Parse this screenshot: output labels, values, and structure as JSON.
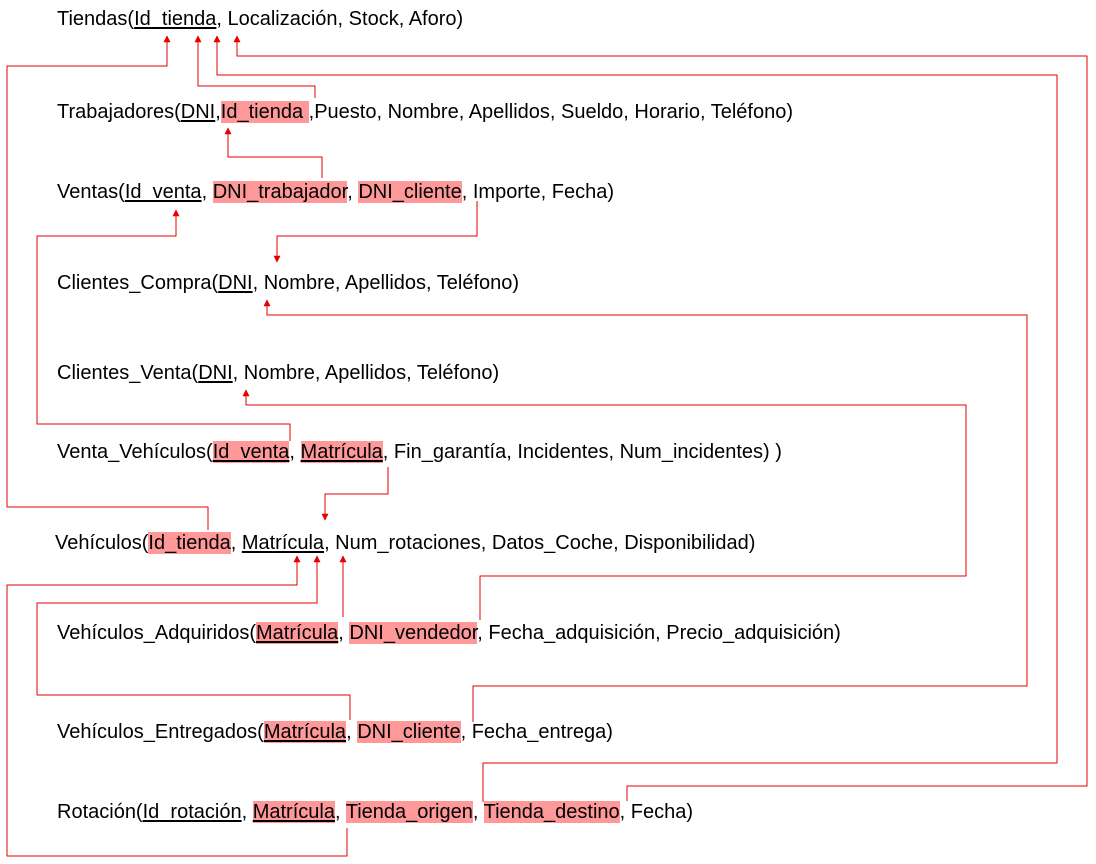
{
  "colors": {
    "link": "#e60000",
    "fk_highlight": "#ff9999",
    "text": "#000000"
  },
  "tables": [
    {
      "name": "Tiendas",
      "segments": [
        {
          "t": "Tiendas("
        },
        {
          "t": "Id_tienda",
          "pk": true
        },
        {
          "t": ", Localización, Stock, Aforo)"
        }
      ]
    },
    {
      "name": "Trabajadores",
      "segments": [
        {
          "t": "Trabajadores("
        },
        {
          "t": "DNI",
          "pk": true
        },
        {
          "t": ","
        },
        {
          "t": "Id_tienda ",
          "fk": true
        },
        {
          "t": ",Puesto, Nombre, Apellidos, Sueldo, Horario, Teléfono)"
        }
      ]
    },
    {
      "name": "Ventas",
      "segments": [
        {
          "t": "Ventas("
        },
        {
          "t": "Id_venta",
          "pk": true
        },
        {
          "t": ", "
        },
        {
          "t": "DNI_trabajador",
          "fk": true
        },
        {
          "t": ", "
        },
        {
          "t": "DNI_cliente",
          "fk": true
        },
        {
          "t": ", Importe, Fecha)"
        }
      ]
    },
    {
      "name": "Clientes_Compra",
      "segments": [
        {
          "t": "Clientes_Compra("
        },
        {
          "t": "DNI",
          "pk": true
        },
        {
          "t": ", Nombre, Apellidos, Teléfono)"
        }
      ]
    },
    {
      "name": "Clientes_Venta",
      "segments": [
        {
          "t": "Clientes_Venta("
        },
        {
          "t": "DNI",
          "pk": true
        },
        {
          "t": ", Nombre, Apellidos, Teléfono)"
        }
      ]
    },
    {
      "name": "Venta_Vehiculos",
      "segments": [
        {
          "t": "Venta_Vehículos("
        },
        {
          "t": "Id_venta",
          "pk": true,
          "fk": true
        },
        {
          "t": ", "
        },
        {
          "t": "Matrícula",
          "pk": true,
          "fk": true
        },
        {
          "t": ", Fin_garantía, Incidentes, Num_incidentes) )"
        }
      ]
    },
    {
      "name": "Vehiculos",
      "segments": [
        {
          "t": "Vehículos("
        },
        {
          "t": "Id_tienda",
          "fk": true
        },
        {
          "t": ", "
        },
        {
          "t": "Matrícula",
          "pk": true
        },
        {
          "t": ", Num_rotaciones, Datos_Coche, Disponibilidad)"
        }
      ]
    },
    {
      "name": "Vehiculos_Adquiridos",
      "segments": [
        {
          "t": "Vehículos_Adquiridos("
        },
        {
          "t": "Matrícula",
          "pk": true,
          "fk": true
        },
        {
          "t": ", "
        },
        {
          "t": "DNI_vendedor",
          "fk": true
        },
        {
          "t": ", Fecha_adquisición, Precio_adquisición)"
        }
      ]
    },
    {
      "name": "Vehiculos_Entregados",
      "segments": [
        {
          "t": "Vehículos_Entregados("
        },
        {
          "t": "Matrícula",
          "pk": true,
          "fk": true
        },
        {
          "t": ", "
        },
        {
          "t": "DNI_cliente",
          "fk": true
        },
        {
          "t": ", Fecha_entrega)"
        }
      ]
    },
    {
      "name": "Rotacion",
      "segments": [
        {
          "t": "Rotación("
        },
        {
          "t": "Id_rotación",
          "pk": true
        },
        {
          "t": ", "
        },
        {
          "t": "Matrícula",
          "pk": true,
          "fk": true
        },
        {
          "t": ", "
        },
        {
          "t": "Tienda_origen",
          "fk": true
        },
        {
          "t": ", "
        },
        {
          "t": "Tienda_destino",
          "fk": true
        },
        {
          "t": ", Fecha)"
        }
      ]
    }
  ]
}
